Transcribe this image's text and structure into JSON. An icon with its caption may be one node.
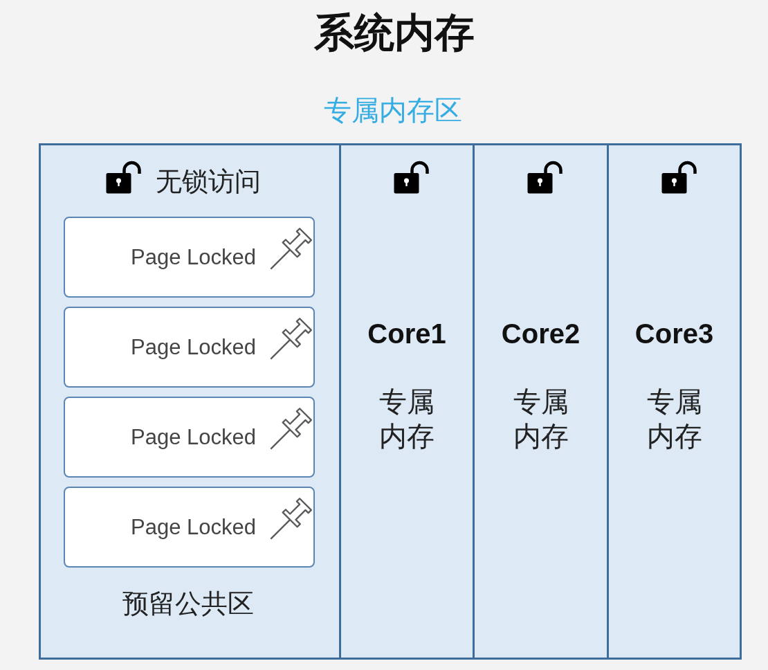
{
  "diagram": {
    "title": "系统内存",
    "nodes": [
      {
        "text": [
          "无锁访问",
          "预留公共区"
        ]
      },
      {
        "text": [
          "Page Locked"
        ],
        "in": 0
      },
      {
        "text": [
          "Page Locked"
        ],
        "in": 0
      },
      {
        "text": [
          "Page Locked"
        ],
        "in": 0
      },
      {
        "text": [
          "Page Locked"
        ],
        "in": 0
      },
      {
        "text": [
          "Core1",
          "专属内存"
        ]
      },
      {
        "text": [
          "Core2",
          "专属内存"
        ]
      },
      {
        "text": [
          "Core3",
          "专属内存"
        ]
      }
    ],
    "labels": [
      "专属内存区"
    ]
  }
}
